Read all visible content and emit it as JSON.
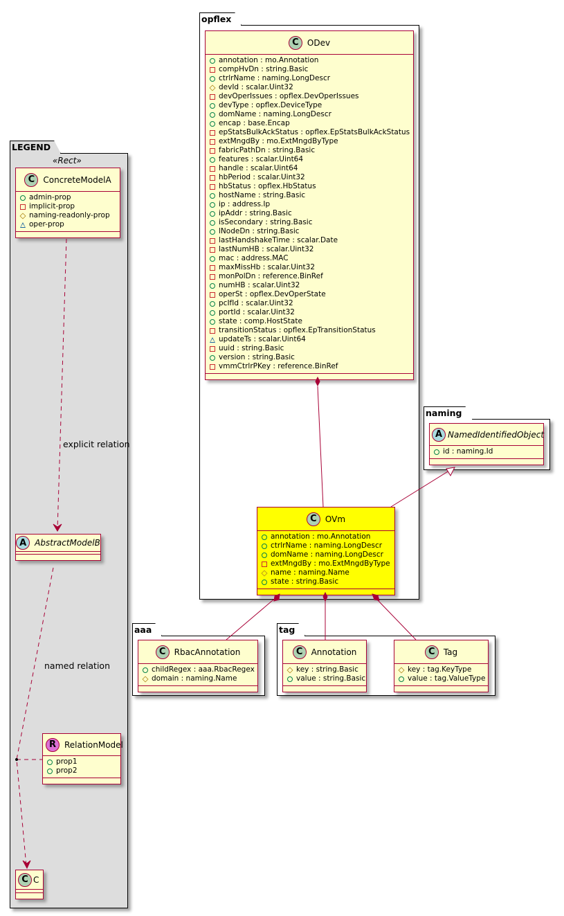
{
  "packages": {
    "legend": "LEGEND",
    "opflex": "opflex",
    "naming": "naming",
    "aaa": "aaa",
    "tag": "tag"
  },
  "legend": {
    "stereotype": "«Rect»",
    "concrete": {
      "badge": "C",
      "name": "ConcreteModelA",
      "attrs": [
        {
          "vis": "public",
          "text": "admin-prop"
        },
        {
          "vis": "private",
          "text": "implicit-prop"
        },
        {
          "vis": "protected",
          "text": "naming-readonly-prop"
        },
        {
          "vis": "package",
          "text": "oper-prop"
        }
      ]
    },
    "explicit_relation": "explicit relation",
    "abstract": {
      "badge": "A",
      "name": "AbstractModelB"
    },
    "named_relation": "named relation",
    "relation_model": {
      "badge": "R",
      "name": "RelationModel",
      "attrs": [
        {
          "vis": "public",
          "text": "prop1"
        },
        {
          "vis": "public",
          "text": "prop2"
        }
      ]
    },
    "c": {
      "badge": "C",
      "name": "C"
    }
  },
  "odev": {
    "badge": "C",
    "name": "ODev",
    "attrs": [
      {
        "vis": "public",
        "text": "annotation : mo.Annotation"
      },
      {
        "vis": "private",
        "text": "compHvDn : string.Basic"
      },
      {
        "vis": "public",
        "text": "ctrlrName : naming.LongDescr"
      },
      {
        "vis": "protected",
        "text": "devId : scalar.Uint32"
      },
      {
        "vis": "private",
        "text": "devOperIssues : opflex.DevOperIssues"
      },
      {
        "vis": "public",
        "text": "devType : opflex.DeviceType"
      },
      {
        "vis": "public",
        "text": "domName : naming.LongDescr"
      },
      {
        "vis": "public",
        "text": "encap : base.Encap"
      },
      {
        "vis": "private",
        "text": "epStatsBulkAckStatus : opflex.EpStatsBulkAckStatus"
      },
      {
        "vis": "private",
        "text": "extMngdBy : mo.ExtMngdByType"
      },
      {
        "vis": "private",
        "text": "fabricPathDn : string.Basic"
      },
      {
        "vis": "public",
        "text": "features : scalar.Uint64"
      },
      {
        "vis": "private",
        "text": "handle : scalar.Uint64"
      },
      {
        "vis": "private",
        "text": "hbPeriod : scalar.Uint32"
      },
      {
        "vis": "private",
        "text": "hbStatus : opflex.HbStatus"
      },
      {
        "vis": "public",
        "text": "hostName : string.Basic"
      },
      {
        "vis": "public",
        "text": "ip : address.Ip"
      },
      {
        "vis": "public",
        "text": "ipAddr : string.Basic"
      },
      {
        "vis": "public",
        "text": "isSecondary : string.Basic"
      },
      {
        "vis": "public",
        "text": "lNodeDn : string.Basic"
      },
      {
        "vis": "private",
        "text": "lastHandshakeTime : scalar.Date"
      },
      {
        "vis": "private",
        "text": "lastNumHB : scalar.Uint32"
      },
      {
        "vis": "public",
        "text": "mac : address.MAC"
      },
      {
        "vis": "private",
        "text": "maxMissHb : scalar.Uint32"
      },
      {
        "vis": "private",
        "text": "monPolDn : reference.BinRef"
      },
      {
        "vis": "public",
        "text": "numHB : scalar.Uint32"
      },
      {
        "vis": "private",
        "text": "operSt : opflex.DevOperState"
      },
      {
        "vis": "public",
        "text": "pcIfId : scalar.Uint32"
      },
      {
        "vis": "public",
        "text": "portId : scalar.Uint32"
      },
      {
        "vis": "public",
        "text": "state : comp.HostState"
      },
      {
        "vis": "private",
        "text": "transitionStatus : opflex.EpTransitionStatus"
      },
      {
        "vis": "package",
        "text": "updateTs : scalar.Uint64"
      },
      {
        "vis": "private",
        "text": "uuid : string.Basic"
      },
      {
        "vis": "public",
        "text": "version : string.Basic"
      },
      {
        "vis": "private",
        "text": "vmmCtrlrPKey : reference.BinRef"
      }
    ]
  },
  "ovm": {
    "badge": "C",
    "name": "OVm",
    "highlight_color": "#ffff00",
    "attrs": [
      {
        "vis": "public",
        "text": "annotation : mo.Annotation"
      },
      {
        "vis": "public",
        "text": "ctrlrName : naming.LongDescr"
      },
      {
        "vis": "public",
        "text": "domName : naming.LongDescr"
      },
      {
        "vis": "private",
        "text": "extMngdBy : mo.ExtMngdByType"
      },
      {
        "vis": "protected",
        "text": "name : naming.Name"
      },
      {
        "vis": "public",
        "text": "state : string.Basic"
      }
    ]
  },
  "named_identified_object": {
    "badge": "A",
    "name": "NamedIdentifiedObject",
    "attrs": [
      {
        "vis": "public",
        "text": "id : naming.Id"
      }
    ]
  },
  "rbac_annotation": {
    "badge": "C",
    "name": "RbacAnnotation",
    "attrs": [
      {
        "vis": "public",
        "text": "childRegex : aaa.RbacRegex"
      },
      {
        "vis": "protected",
        "text": "domain : naming.Name"
      }
    ]
  },
  "annotation": {
    "badge": "C",
    "name": "Annotation",
    "attrs": [
      {
        "vis": "protected",
        "text": "key : string.Basic"
      },
      {
        "vis": "public",
        "text": "value : string.Basic"
      }
    ]
  },
  "tag": {
    "badge": "C",
    "name": "Tag",
    "attrs": [
      {
        "vis": "protected",
        "text": "key : tag.KeyType"
      },
      {
        "vis": "public",
        "text": "value : tag.ValueType"
      }
    ]
  },
  "colors": {
    "class_fill": "#fefece",
    "class_border": "#a80036",
    "legend_fill": "#dddddd",
    "public": "#038048",
    "private": "#c82930",
    "protected": "#b38d22",
    "package": "#1963a0"
  }
}
